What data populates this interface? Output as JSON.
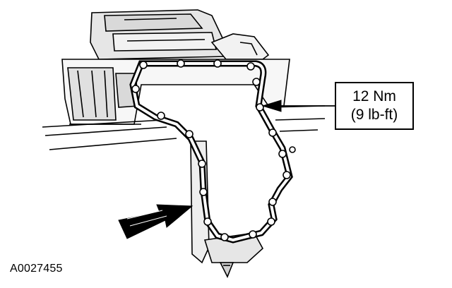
{
  "callout": {
    "torque_metric": "12 Nm",
    "torque_imperial": "(9 lb-ft)"
  },
  "figure_id": "A0027455",
  "colors": {
    "ink": "#000000",
    "paper": "#ffffff",
    "shade": "#d9d9d9"
  }
}
